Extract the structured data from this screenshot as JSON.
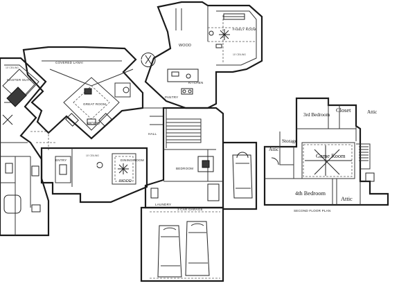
{
  "first_floor": {
    "family_room": "FAMILY ROOM",
    "wood_upper": "WOOD",
    "covered_lanai": "COVERED LANAI",
    "master_suite": "MASTER SUITE",
    "great_room": "GREAT ROOM",
    "wood_great": "WOOD",
    "kitchen": "KITCHEN",
    "pantry": "PANTRY",
    "hall": "HALL",
    "entry": "ENTRY",
    "dining_room": "DINING ROOM",
    "wood_dining": "WOOD",
    "bedroom": "BEDROOM",
    "laundry": "LAUNDRY",
    "three_car_garage": "3 CAR GARAGE"
  },
  "second_floor": {
    "third_bedroom": "3rd Bedroom",
    "closet": "Closet",
    "attic_top": "Attic",
    "attic_left": "Attic",
    "storage": "Storage",
    "game_room": "Game Room",
    "fourth_bedroom": "4th Bedroom",
    "attic_bottom": "Attic",
    "caption": "SECOND FLOOR PLAN"
  },
  "ceiling_note": "10' CEILING"
}
